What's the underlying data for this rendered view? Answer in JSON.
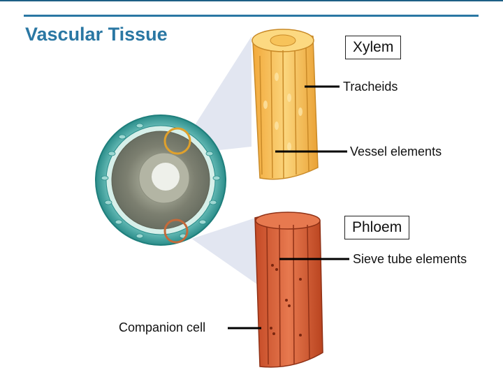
{
  "slide": {
    "title": "Vascular Tissue"
  },
  "labels": {
    "xylem": "Xylem",
    "tracheids": "Tracheids",
    "vessel_elements": "Vessel elements",
    "phloem": "Phloem",
    "sieve_tube_elements": "Sieve tube elements",
    "companion_cell": "Companion cell"
  },
  "colors": {
    "title": "#2a77a3",
    "xylem_fill": "#f7c35a",
    "phloem_fill": "#d4603a",
    "stem_ring": "#3fa8a4"
  }
}
